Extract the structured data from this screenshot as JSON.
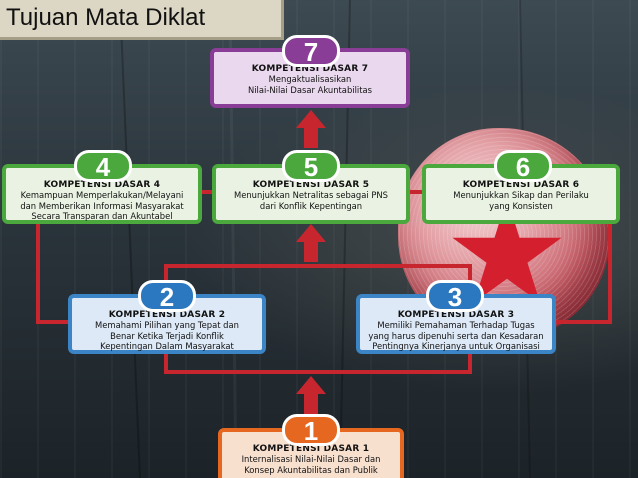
{
  "title": "Tujuan Mata Diklat",
  "colors": {
    "connector_red": "#c8262e",
    "green": "#4aa83c",
    "blue": "#3b85c7",
    "purple": "#8a3d96",
    "orange": "#e6671f"
  },
  "competencies": [
    {
      "number": "1",
      "heading": "KOMPETENSI DASAR 1",
      "line1": "Internalisasi Nilai-Nilai Dasar dan",
      "line2": "Konsep Akuntabilitas dan Publik",
      "line3": "",
      "color": "orange"
    },
    {
      "number": "2",
      "heading": "KOMPETENSI DASAR 2",
      "line1": "Memahami Pilihan yang Tepat dan",
      "line2": "Benar Ketika Terjadi Konflik",
      "line3": "Kepentingan Dalam Masyarakat",
      "color": "blue"
    },
    {
      "number": "3",
      "heading": "KOMPETENSI DASAR 3",
      "line1": "Memiliki Pemahaman Terhadap  Tugas",
      "line2": "yang harus dipenuhi serta dan Kesadaran",
      "line3": "Pentingnya Kinerjanya untuk Organisasi",
      "color": "blue"
    },
    {
      "number": "4",
      "heading": "KOMPETENSI DASAR 4",
      "line1": "Kemampuan Memperlakukan/Melayani",
      "line2": "dan Memberikan Informasi Masyarakat",
      "line3": "Secara Transparan dan Akuntabel",
      "color": "green"
    },
    {
      "number": "5",
      "heading": "KOMPETENSI DASAR 5",
      "line1": "Menunjukkan Netralitas sebagai PNS",
      "line2": "dari Konflik Kepentingan",
      "line3": "",
      "color": "green"
    },
    {
      "number": "6",
      "heading": "KOMPETENSI DASAR 6",
      "line1": "Menunjukkan Sikap dan Perilaku",
      "line2": "yang Konsisten",
      "line3": "",
      "color": "green"
    },
    {
      "number": "7",
      "heading": "KOMPETENSI DASAR 7",
      "line1": "Mengaktualisasikan",
      "line2": "Nilai-Nilai Dasar Akuntabilitas",
      "line3": "",
      "color": "purple"
    }
  ]
}
